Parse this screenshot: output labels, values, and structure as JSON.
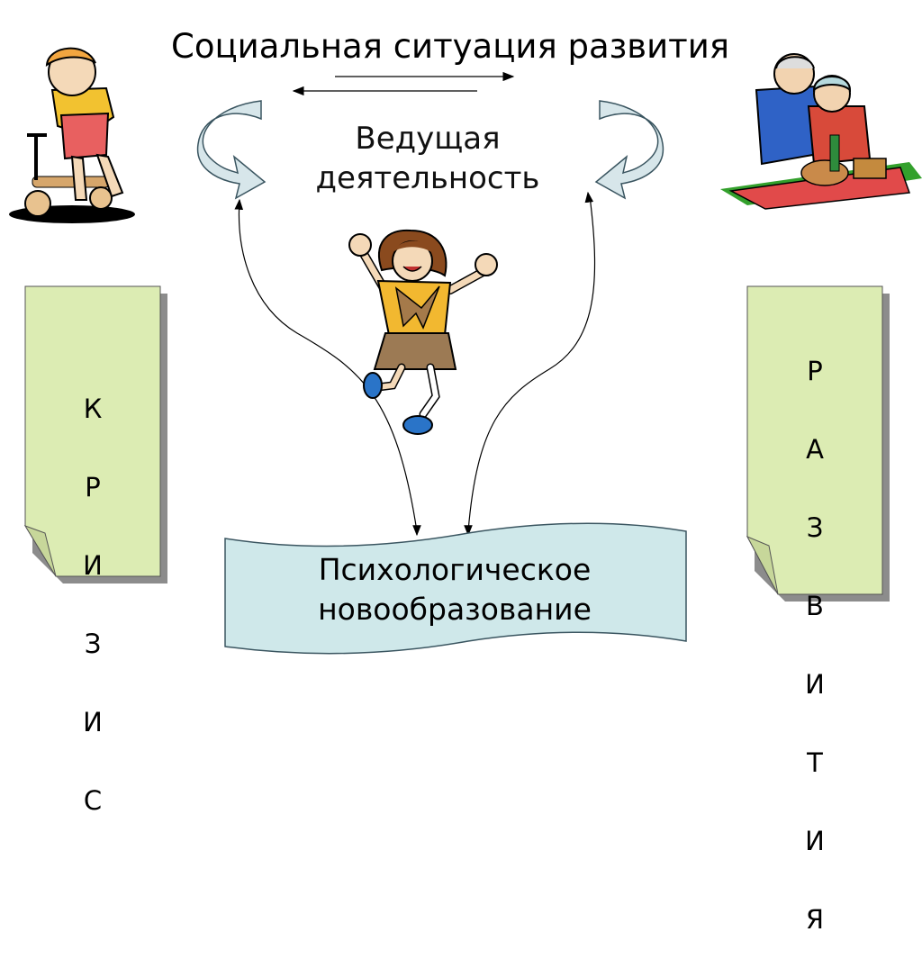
{
  "title": "Социальная ситуация развития",
  "activity": {
    "line1": "Ведущая",
    "line2": "деятельность"
  },
  "crisis_letters": [
    "К",
    "Р",
    "И",
    "З",
    "И",
    "С"
  ],
  "development_letters": [
    "Р",
    "А",
    "З",
    "В",
    "И",
    "Т",
    "И",
    "Я"
  ],
  "neoformation": {
    "line1": "Психологическое",
    "line2": "новообразование"
  },
  "colors": {
    "note_fill": "#dcecb3",
    "note_shadow": "#8c8c8c",
    "scroll_fill": "#cfe8ea",
    "arc_arrow_fill": "#d7e6ea",
    "line": "#000000"
  }
}
